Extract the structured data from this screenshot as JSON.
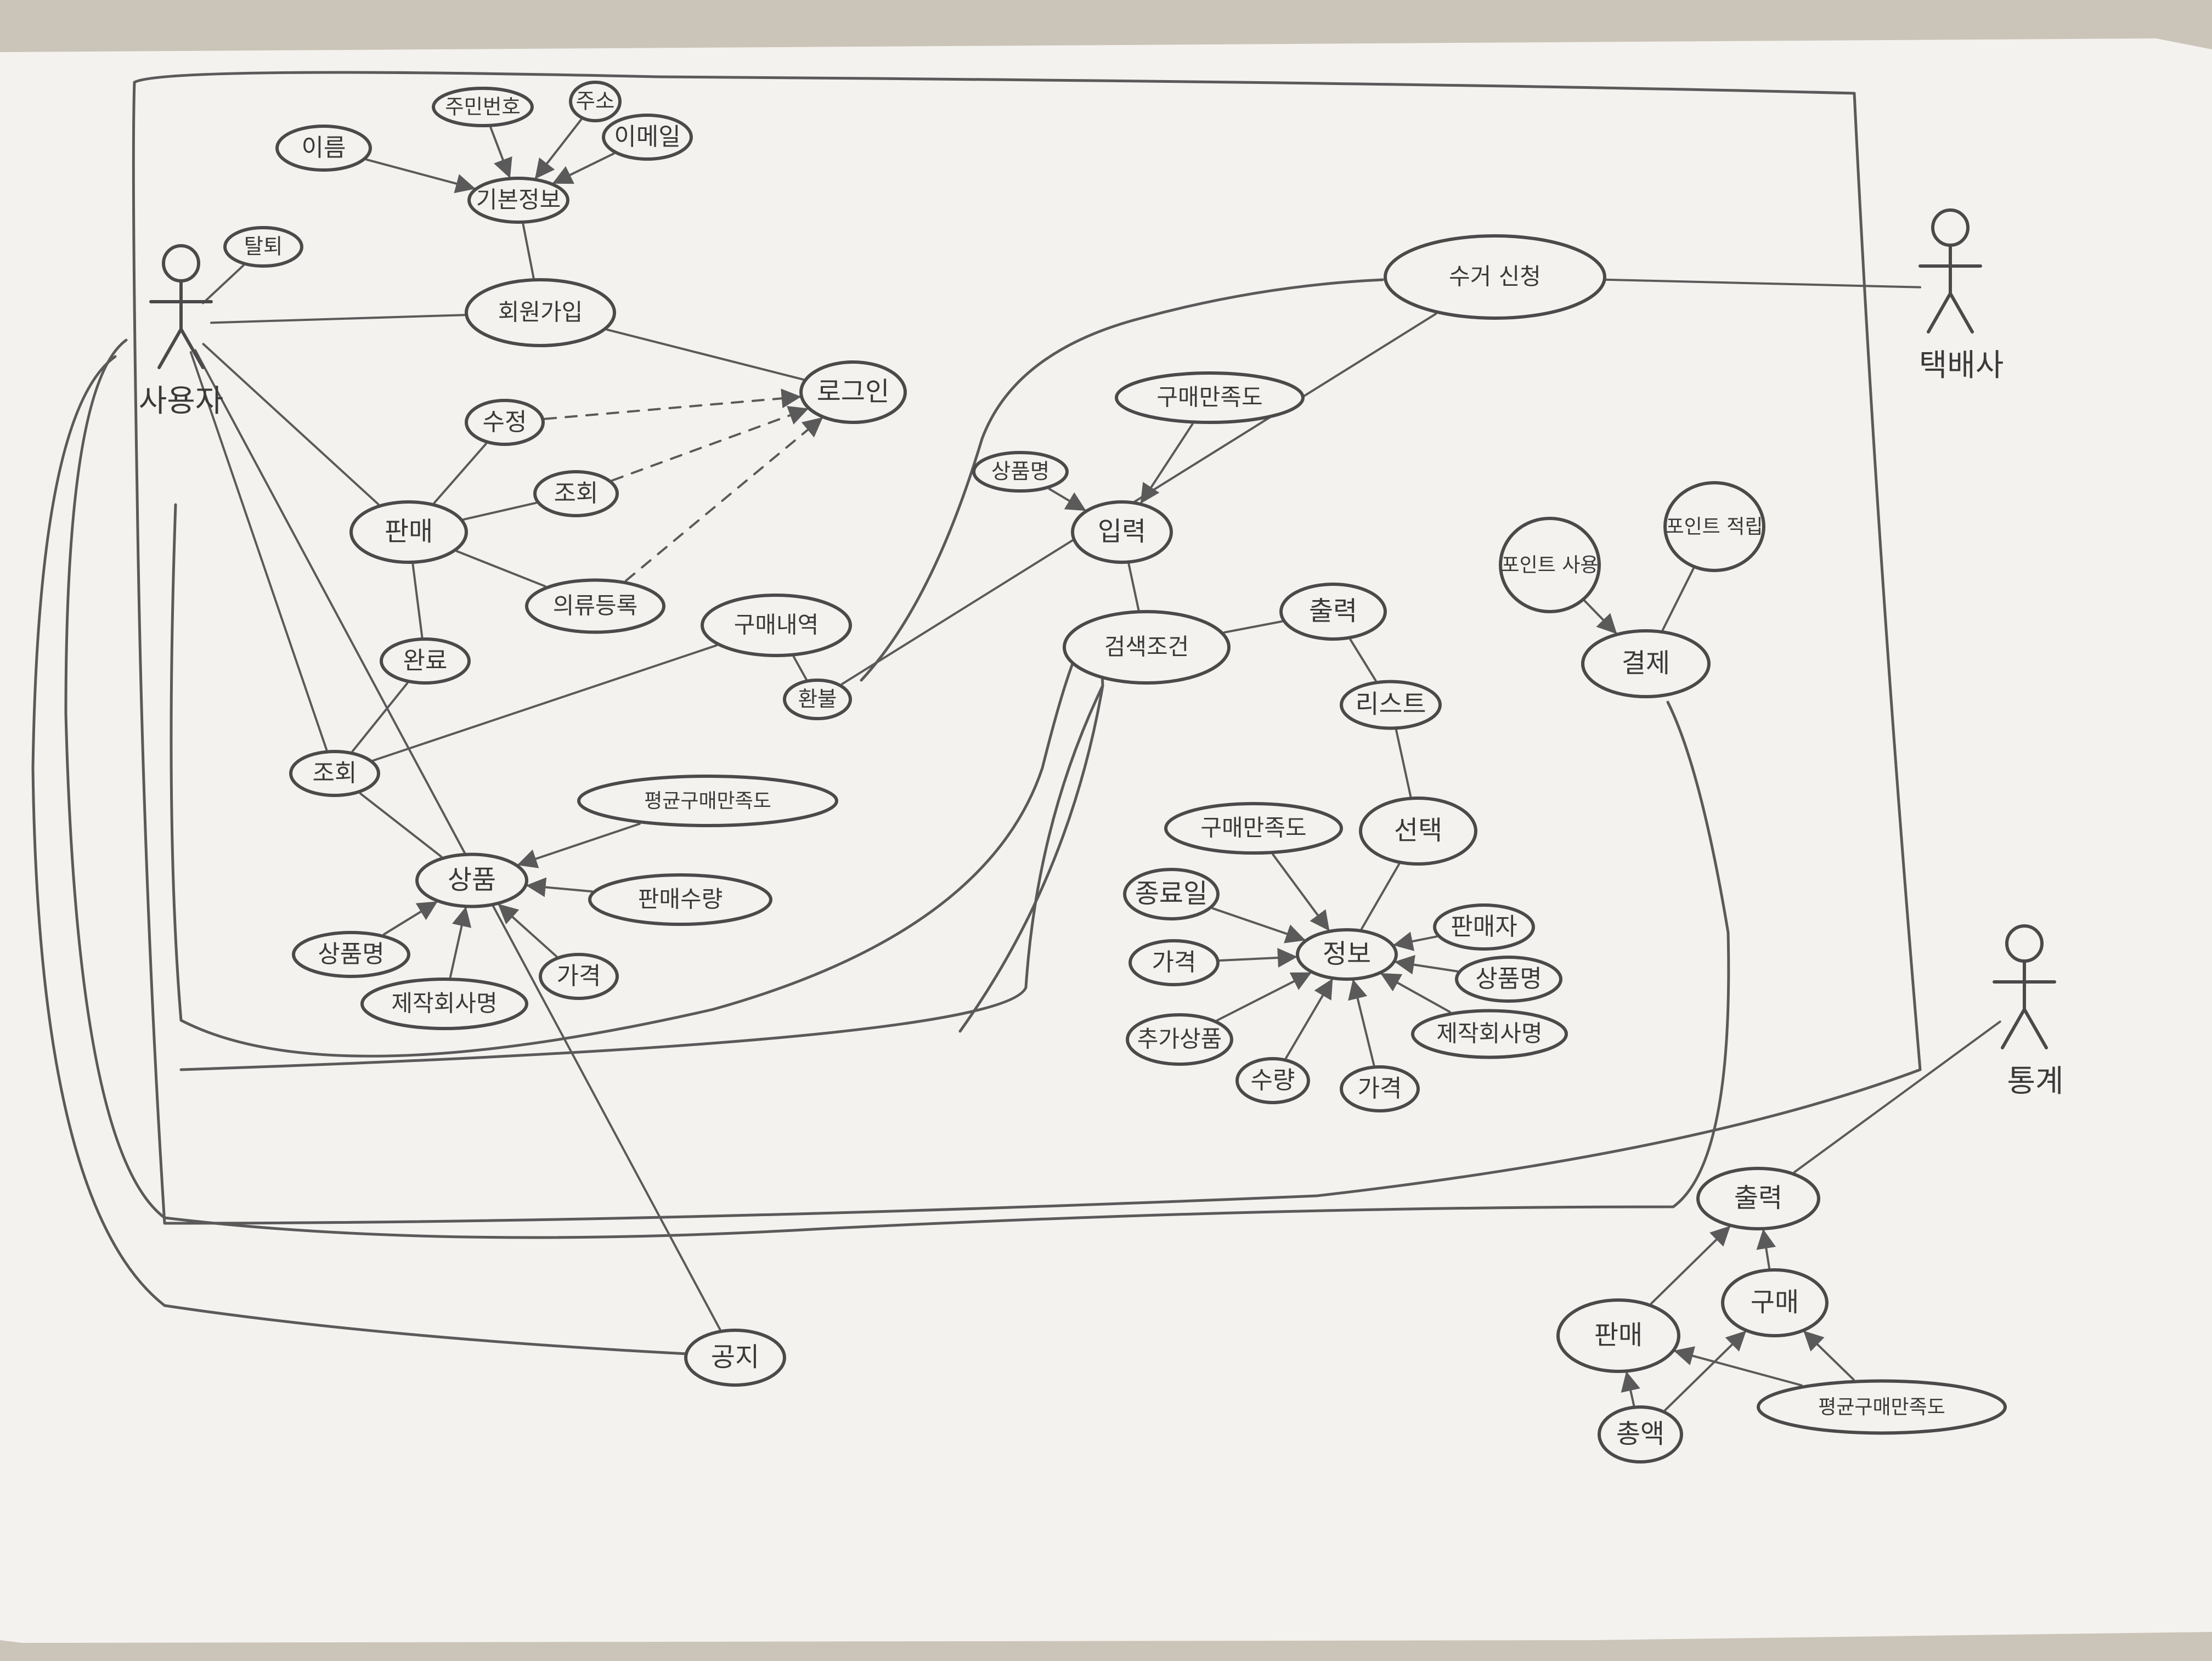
{
  "diagram": {
    "actors": [
      {
        "id": "user",
        "label": "사용자"
      },
      {
        "id": "courier",
        "label": "택배사"
      },
      {
        "id": "stats",
        "label": "통계"
      }
    ],
    "nodes": [
      {
        "id": "name",
        "label": "이름"
      },
      {
        "id": "rrn",
        "label": "주민번호"
      },
      {
        "id": "addr",
        "label": "주소"
      },
      {
        "id": "email",
        "label": "이메일"
      },
      {
        "id": "basic",
        "label": "기본정보"
      },
      {
        "id": "withdraw",
        "label": "탈퇴"
      },
      {
        "id": "signup",
        "label": "회원가입"
      },
      {
        "id": "login",
        "label": "로그인"
      },
      {
        "id": "edit",
        "label": "수정"
      },
      {
        "id": "view1",
        "label": "조회"
      },
      {
        "id": "sell",
        "label": "판매"
      },
      {
        "id": "register",
        "label": "의류등록"
      },
      {
        "id": "done",
        "label": "완료"
      },
      {
        "id": "history",
        "label": "구매내역"
      },
      {
        "id": "refund",
        "label": "환불"
      },
      {
        "id": "view2",
        "label": "조회"
      },
      {
        "id": "avgsat",
        "label": "평균구매만족도"
      },
      {
        "id": "product",
        "label": "상품"
      },
      {
        "id": "qty",
        "label": "판매수량"
      },
      {
        "id": "pname1",
        "label": "상품명"
      },
      {
        "id": "maker1",
        "label": "제작회사명"
      },
      {
        "id": "price1",
        "label": "가격"
      },
      {
        "id": "pickup",
        "label": "수거 신청"
      },
      {
        "id": "sat",
        "label": "구매만족도"
      },
      {
        "id": "pname2",
        "label": "상품명"
      },
      {
        "id": "input",
        "label": "입력"
      },
      {
        "id": "search",
        "label": "검색조건"
      },
      {
        "id": "output",
        "label": "출력"
      },
      {
        "id": "list",
        "label": "리스트"
      },
      {
        "id": "select",
        "label": "선택"
      },
      {
        "id": "sat2",
        "label": "구매만족도"
      },
      {
        "id": "date",
        "label": "종료일"
      },
      {
        "id": "price2",
        "label": "가격"
      },
      {
        "id": "rec",
        "label": "추가상품"
      },
      {
        "id": "count",
        "label": "수량"
      },
      {
        "id": "price3",
        "label": "가격"
      },
      {
        "id": "info",
        "label": "정보"
      },
      {
        "id": "seller",
        "label": "판매자"
      },
      {
        "id": "pname3",
        "label": "상품명"
      },
      {
        "id": "maker2",
        "label": "제작회사명"
      },
      {
        "id": "ptuse",
        "label": "포인트 사용"
      },
      {
        "id": "ptsave",
        "label": "포인트 적립"
      },
      {
        "id": "pay",
        "label": "결제"
      },
      {
        "id": "out2",
        "label": "출력"
      },
      {
        "id": "sell2",
        "label": "판매"
      },
      {
        "id": "buy2",
        "label": "구매"
      },
      {
        "id": "total",
        "label": "총액"
      },
      {
        "id": "avgsat2",
        "label": "평균구매만족도"
      },
      {
        "id": "notice",
        "label": "공지"
      }
    ],
    "edges": [
      {
        "from": "name",
        "to": "basic",
        "style": "arrow"
      },
      {
        "from": "rrn",
        "to": "basic",
        "style": "arrow"
      },
      {
        "from": "addr",
        "to": "basic",
        "style": "arrow"
      },
      {
        "from": "email",
        "to": "basic",
        "style": "arrow"
      },
      {
        "from": "basic",
        "to": "signup",
        "style": "line"
      },
      {
        "from": "user",
        "to": "withdraw",
        "style": "line"
      },
      {
        "from": "user",
        "to": "signup",
        "style": "line"
      },
      {
        "from": "signup",
        "to": "login",
        "style": "line"
      },
      {
        "from": "user",
        "to": "sell",
        "style": "line"
      },
      {
        "from": "sell",
        "to": "edit",
        "style": "line"
      },
      {
        "from": "sell",
        "to": "view1",
        "style": "line"
      },
      {
        "from": "sell",
        "to": "register",
        "style": "line"
      },
      {
        "from": "sell",
        "to": "done",
        "style": "line"
      },
      {
        "from": "edit",
        "to": "login",
        "style": "dashed"
      },
      {
        "from": "view1",
        "to": "login",
        "style": "dashed"
      },
      {
        "from": "register",
        "to": "login",
        "style": "dashed"
      },
      {
        "from": "user",
        "to": "view2",
        "style": "line"
      },
      {
        "from": "done",
        "to": "view2",
        "style": "line"
      },
      {
        "from": "view2",
        "to": "history",
        "style": "line"
      },
      {
        "from": "history",
        "to": "refund",
        "style": "line"
      },
      {
        "from": "view2",
        "to": "product",
        "style": "line"
      },
      {
        "from": "avgsat",
        "to": "product",
        "style": "arrow"
      },
      {
        "from": "qty",
        "to": "product",
        "style": "arrow"
      },
      {
        "from": "pname1",
        "to": "product",
        "style": "arrow"
      },
      {
        "from": "maker1",
        "to": "product",
        "style": "arrow"
      },
      {
        "from": "price1",
        "to": "product",
        "style": "arrow"
      },
      {
        "from": "refund",
        "to": "pickup",
        "style": "line"
      },
      {
        "from": "pickup",
        "to": "courier",
        "style": "line"
      },
      {
        "from": "pname2",
        "to": "input",
        "style": "arrow"
      },
      {
        "from": "sat",
        "to": "input",
        "style": "arrow"
      },
      {
        "from": "input",
        "to": "search",
        "style": "line"
      },
      {
        "from": "search",
        "to": "output",
        "style": "line"
      },
      {
        "from": "output",
        "to": "list",
        "style": "line"
      },
      {
        "from": "list",
        "to": "select",
        "style": "line"
      },
      {
        "from": "select",
        "to": "info",
        "style": "line"
      },
      {
        "from": "sat2",
        "to": "info",
        "style": "arrow"
      },
      {
        "from": "date",
        "to": "info",
        "style": "arrow"
      },
      {
        "from": "price2",
        "to": "info",
        "style": "arrow"
      },
      {
        "from": "rec",
        "to": "info",
        "style": "arrow"
      },
      {
        "from": "count",
        "to": "info",
        "style": "arrow"
      },
      {
        "from": "price3",
        "to": "info",
        "style": "arrow"
      },
      {
        "from": "seller",
        "to": "info",
        "style": "arrow"
      },
      {
        "from": "pname3",
        "to": "info",
        "style": "arrow"
      },
      {
        "from": "maker2",
        "to": "info",
        "style": "arrow"
      },
      {
        "from": "ptuse",
        "to": "pay",
        "style": "arrow"
      },
      {
        "from": "ptsave",
        "to": "pay",
        "style": "line"
      },
      {
        "from": "stats",
        "to": "out2",
        "style": "line"
      },
      {
        "from": "sell2",
        "to": "out2",
        "style": "arrow"
      },
      {
        "from": "buy2",
        "to": "out2",
        "style": "arrow"
      },
      {
        "from": "total",
        "to": "sell2",
        "style": "arrow"
      },
      {
        "from": "total",
        "to": "buy2",
        "style": "arrow"
      },
      {
        "from": "avgsat2",
        "to": "sell2",
        "style": "arrow"
      },
      {
        "from": "avgsat2",
        "to": "buy2",
        "style": "arrow"
      },
      {
        "from": "user",
        "to": "notice",
        "style": "line"
      }
    ]
  }
}
